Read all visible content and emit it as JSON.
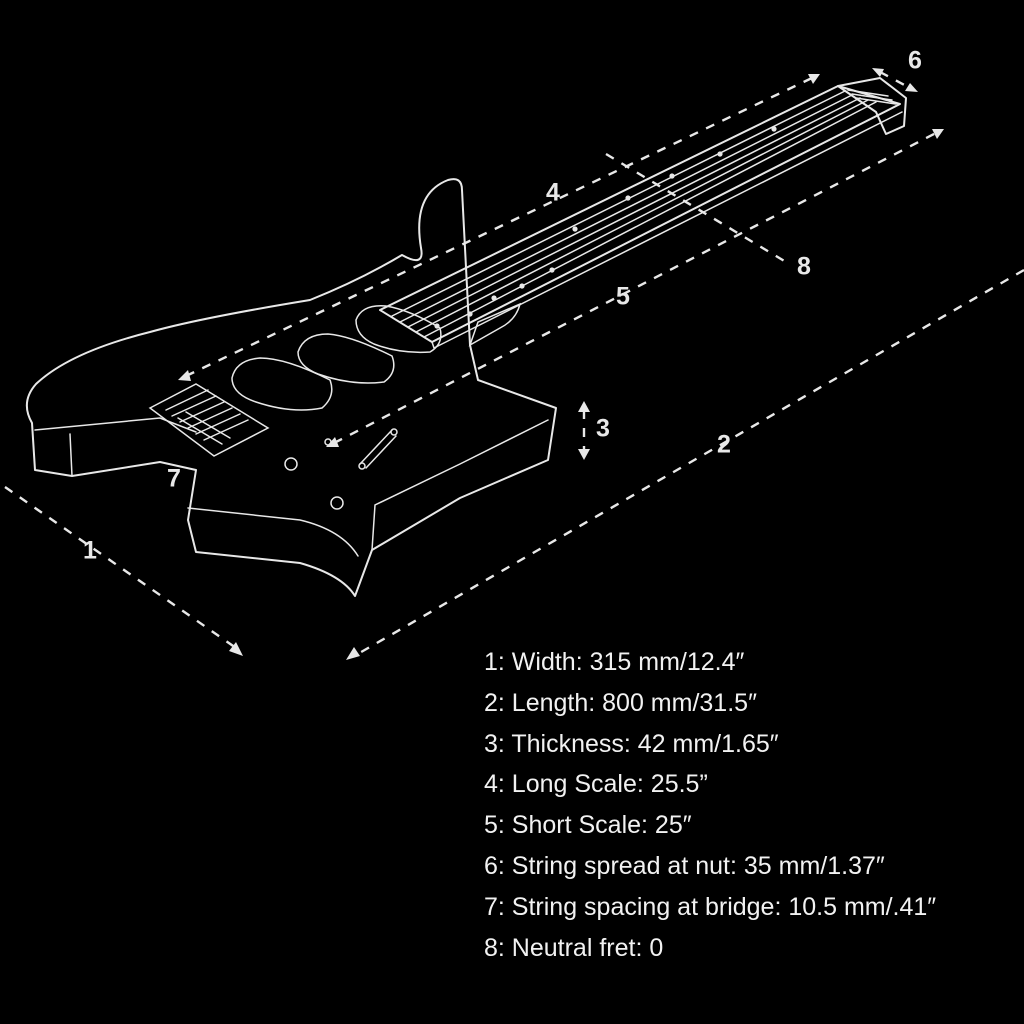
{
  "diagram": {
    "callouts": [
      "1",
      "2",
      "3",
      "4",
      "5",
      "6",
      "7",
      "8"
    ]
  },
  "specs": [
    "1: Width: 315 mm/12.4″",
    "2: Length: 800 mm/31.5″",
    "3: Thickness: 42 mm/1.65″",
    "4: Long Scale: 25.5”",
    "5: Short Scale: 25″",
    "6: String spread at nut: 35 mm/1.37″",
    "7: String spacing at bridge: 10.5 mm/.41″",
    "8: Neutral fret: 0"
  ],
  "colors": {
    "background": "#000000",
    "line": "#e8e8e8",
    "text": "#f2f2f2"
  }
}
